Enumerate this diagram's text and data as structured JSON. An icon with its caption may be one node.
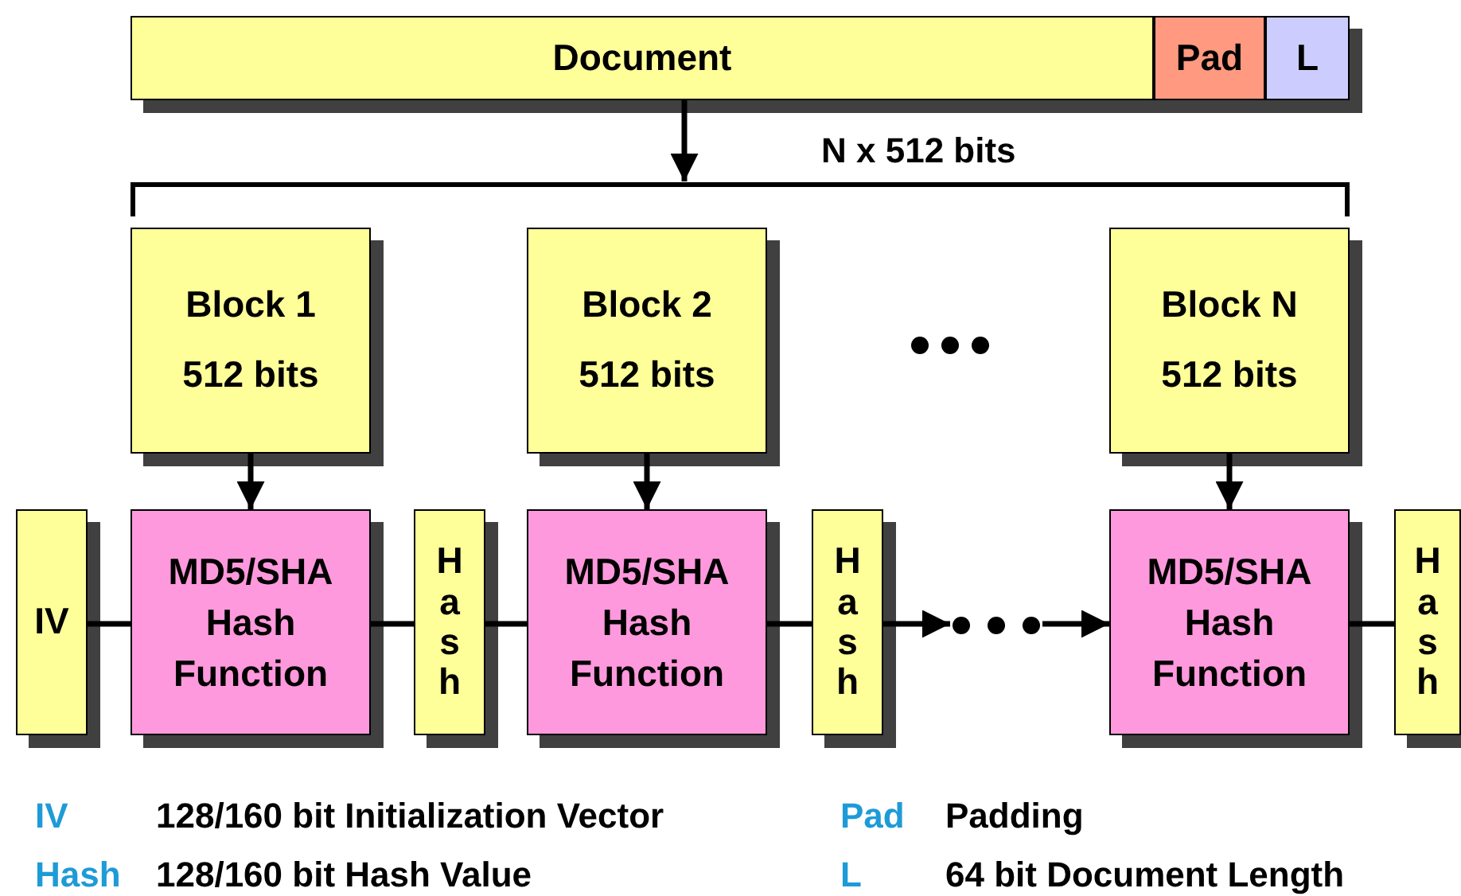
{
  "diagram": {
    "nodes": [
      {
        "text": [
          "Document"
        ]
      },
      {
        "text": [
          "Pad"
        ]
      },
      {
        "text": [
          "L"
        ]
      },
      {
        "text": [
          "Block 1",
          "512 bits"
        ]
      },
      {
        "text": [
          "Block 2",
          "512 bits"
        ]
      },
      {
        "text": [
          "Block N",
          "512 bits"
        ]
      },
      {
        "text": [
          "IV"
        ]
      },
      {
        "text": [
          "MD5/SHA Hash Function"
        ]
      },
      {
        "text": [
          "Hash"
        ]
      },
      {
        "text": [
          "MD5/SHA Hash Function"
        ]
      },
      {
        "text": [
          "Hash"
        ]
      },
      {
        "text": [
          "MD5/SHA Hash Function"
        ]
      },
      {
        "text": [
          "Hash"
        ]
      },
      {
        "text": [],
        "shape": "bar"
      },
      {
        "text": [],
        "shape": "dots"
      }
    ],
    "edges": [
      {
        "from": 0,
        "to": 13,
        "arrow": "to"
      },
      {
        "from": 3,
        "to": 7,
        "arrow": "to"
      },
      {
        "from": 4,
        "to": 9,
        "arrow": "to"
      },
      {
        "from": 5,
        "to": 11,
        "arrow": "to"
      },
      {
        "from": 6,
        "to": 7,
        "arrow": "none"
      },
      {
        "from": 7,
        "to": 8,
        "arrow": "none"
      },
      {
        "from": 8,
        "to": 9,
        "arrow": "none"
      },
      {
        "from": 9,
        "to": 10,
        "arrow": "none"
      },
      {
        "from": 10,
        "to": 14,
        "arrow": "to"
      },
      {
        "from": 14,
        "to": 11,
        "arrow": "to"
      },
      {
        "from": 11,
        "to": 12,
        "arrow": "none"
      }
    ],
    "labels": [
      "N x 512 bits",
      "IV",
      "128/160 bit Initialization Vector",
      "Pad",
      "Padding",
      "Hash",
      "128/160 bit Hash Value",
      "L",
      "64 bit Document Length"
    ]
  }
}
